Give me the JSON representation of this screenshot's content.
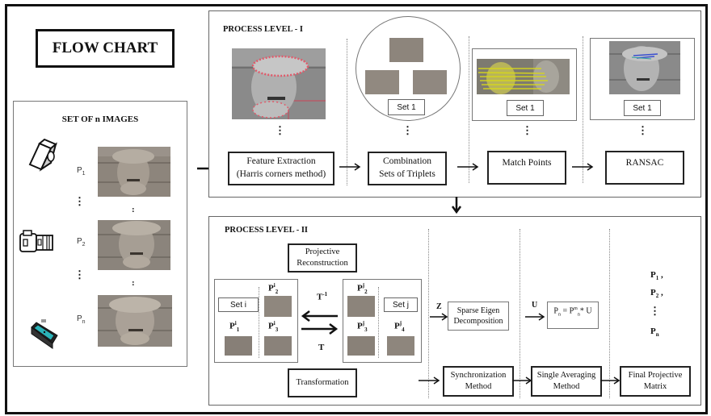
{
  "title": "FLOW CHART",
  "images_panel": {
    "title": "SET OF n IMAGES",
    "items": [
      {
        "camera_icon": "cube-camera-icon",
        "label_base": "P",
        "label_sub": "1"
      },
      {
        "camera_icon": "dslr-camera-icon",
        "label_base": "P",
        "label_sub": "2"
      },
      {
        "camera_icon": "compact-camera-icon",
        "label_base": "P",
        "label_sub": "n"
      }
    ],
    "ellipsis": "⋮",
    "colon": ":"
  },
  "level1": {
    "title": "PROCESS LEVEL - I",
    "steps": [
      {
        "line1": "Feature Extraction",
        "line2": "(Harris corners method)"
      },
      {
        "line1": "Combination",
        "line2": "Sets of Triplets"
      },
      {
        "line1": "Match Points",
        "line2": ""
      },
      {
        "line1": "RANSAC",
        "line2": ""
      }
    ],
    "set_labels": [
      "Set 1",
      "Set 1",
      "Set 1"
    ],
    "ellipsis": "⋮"
  },
  "level2": {
    "title": "PROCESS LEVEL - II",
    "projective_reconstruction": {
      "line1": "Projective",
      "line2": "Reconstruction"
    },
    "transformation": "Transformation",
    "set_i": {
      "label": "Set i",
      "p1": {
        "base": "P",
        "sup": "i",
        "sub": "1"
      },
      "p2": {
        "base": "P",
        "sup": "i",
        "sub": "2"
      },
      "p3": {
        "base": "P",
        "sup": "i",
        "sub": "3"
      }
    },
    "set_j": {
      "label": "Set j",
      "p2": {
        "base": "P",
        "sup": "j",
        "sub": "2"
      },
      "p3": {
        "base": "P",
        "sup": "j",
        "sub": "3"
      },
      "p4": {
        "base": "P",
        "sup": "j",
        "sub": "4"
      }
    },
    "t_inverse": {
      "base": "T",
      "sup": "-1"
    },
    "t": "T",
    "z_label": "Z",
    "u_label": "U",
    "sparse_eigen": {
      "line1": "Sparse Eigen",
      "line2": "Decomposition"
    },
    "formula": {
      "lhs_base": "P",
      "lhs_sub": "n",
      "eq": " = ",
      "rhs_base": "P",
      "rhs_sup": "m",
      "rhs_sub": "n",
      "rest": "* U"
    },
    "sync": {
      "line1": "Synchronization",
      "line2": "Method"
    },
    "averaging": {
      "line1": "Single Averaging",
      "line2": "Method"
    },
    "final": {
      "line1": "Final Projective",
      "line2": "Matrix"
    },
    "outputs": [
      {
        "base": "P",
        "sub": "1",
        "suffix": " ,"
      },
      {
        "base": "P",
        "sub": "2",
        "suffix": " ,"
      },
      {
        "base": "P",
        "sub": "n",
        "suffix": ""
      }
    ],
    "ellipsis": "⋮"
  },
  "colors": {
    "border": "#111111",
    "panel_border": "#666666",
    "harris_corners": "#e05a6a",
    "match_lines": "#d8d81a",
    "ransac_inliers": "#3a4fd0",
    "camera_screen": "#2bb3b8"
  }
}
